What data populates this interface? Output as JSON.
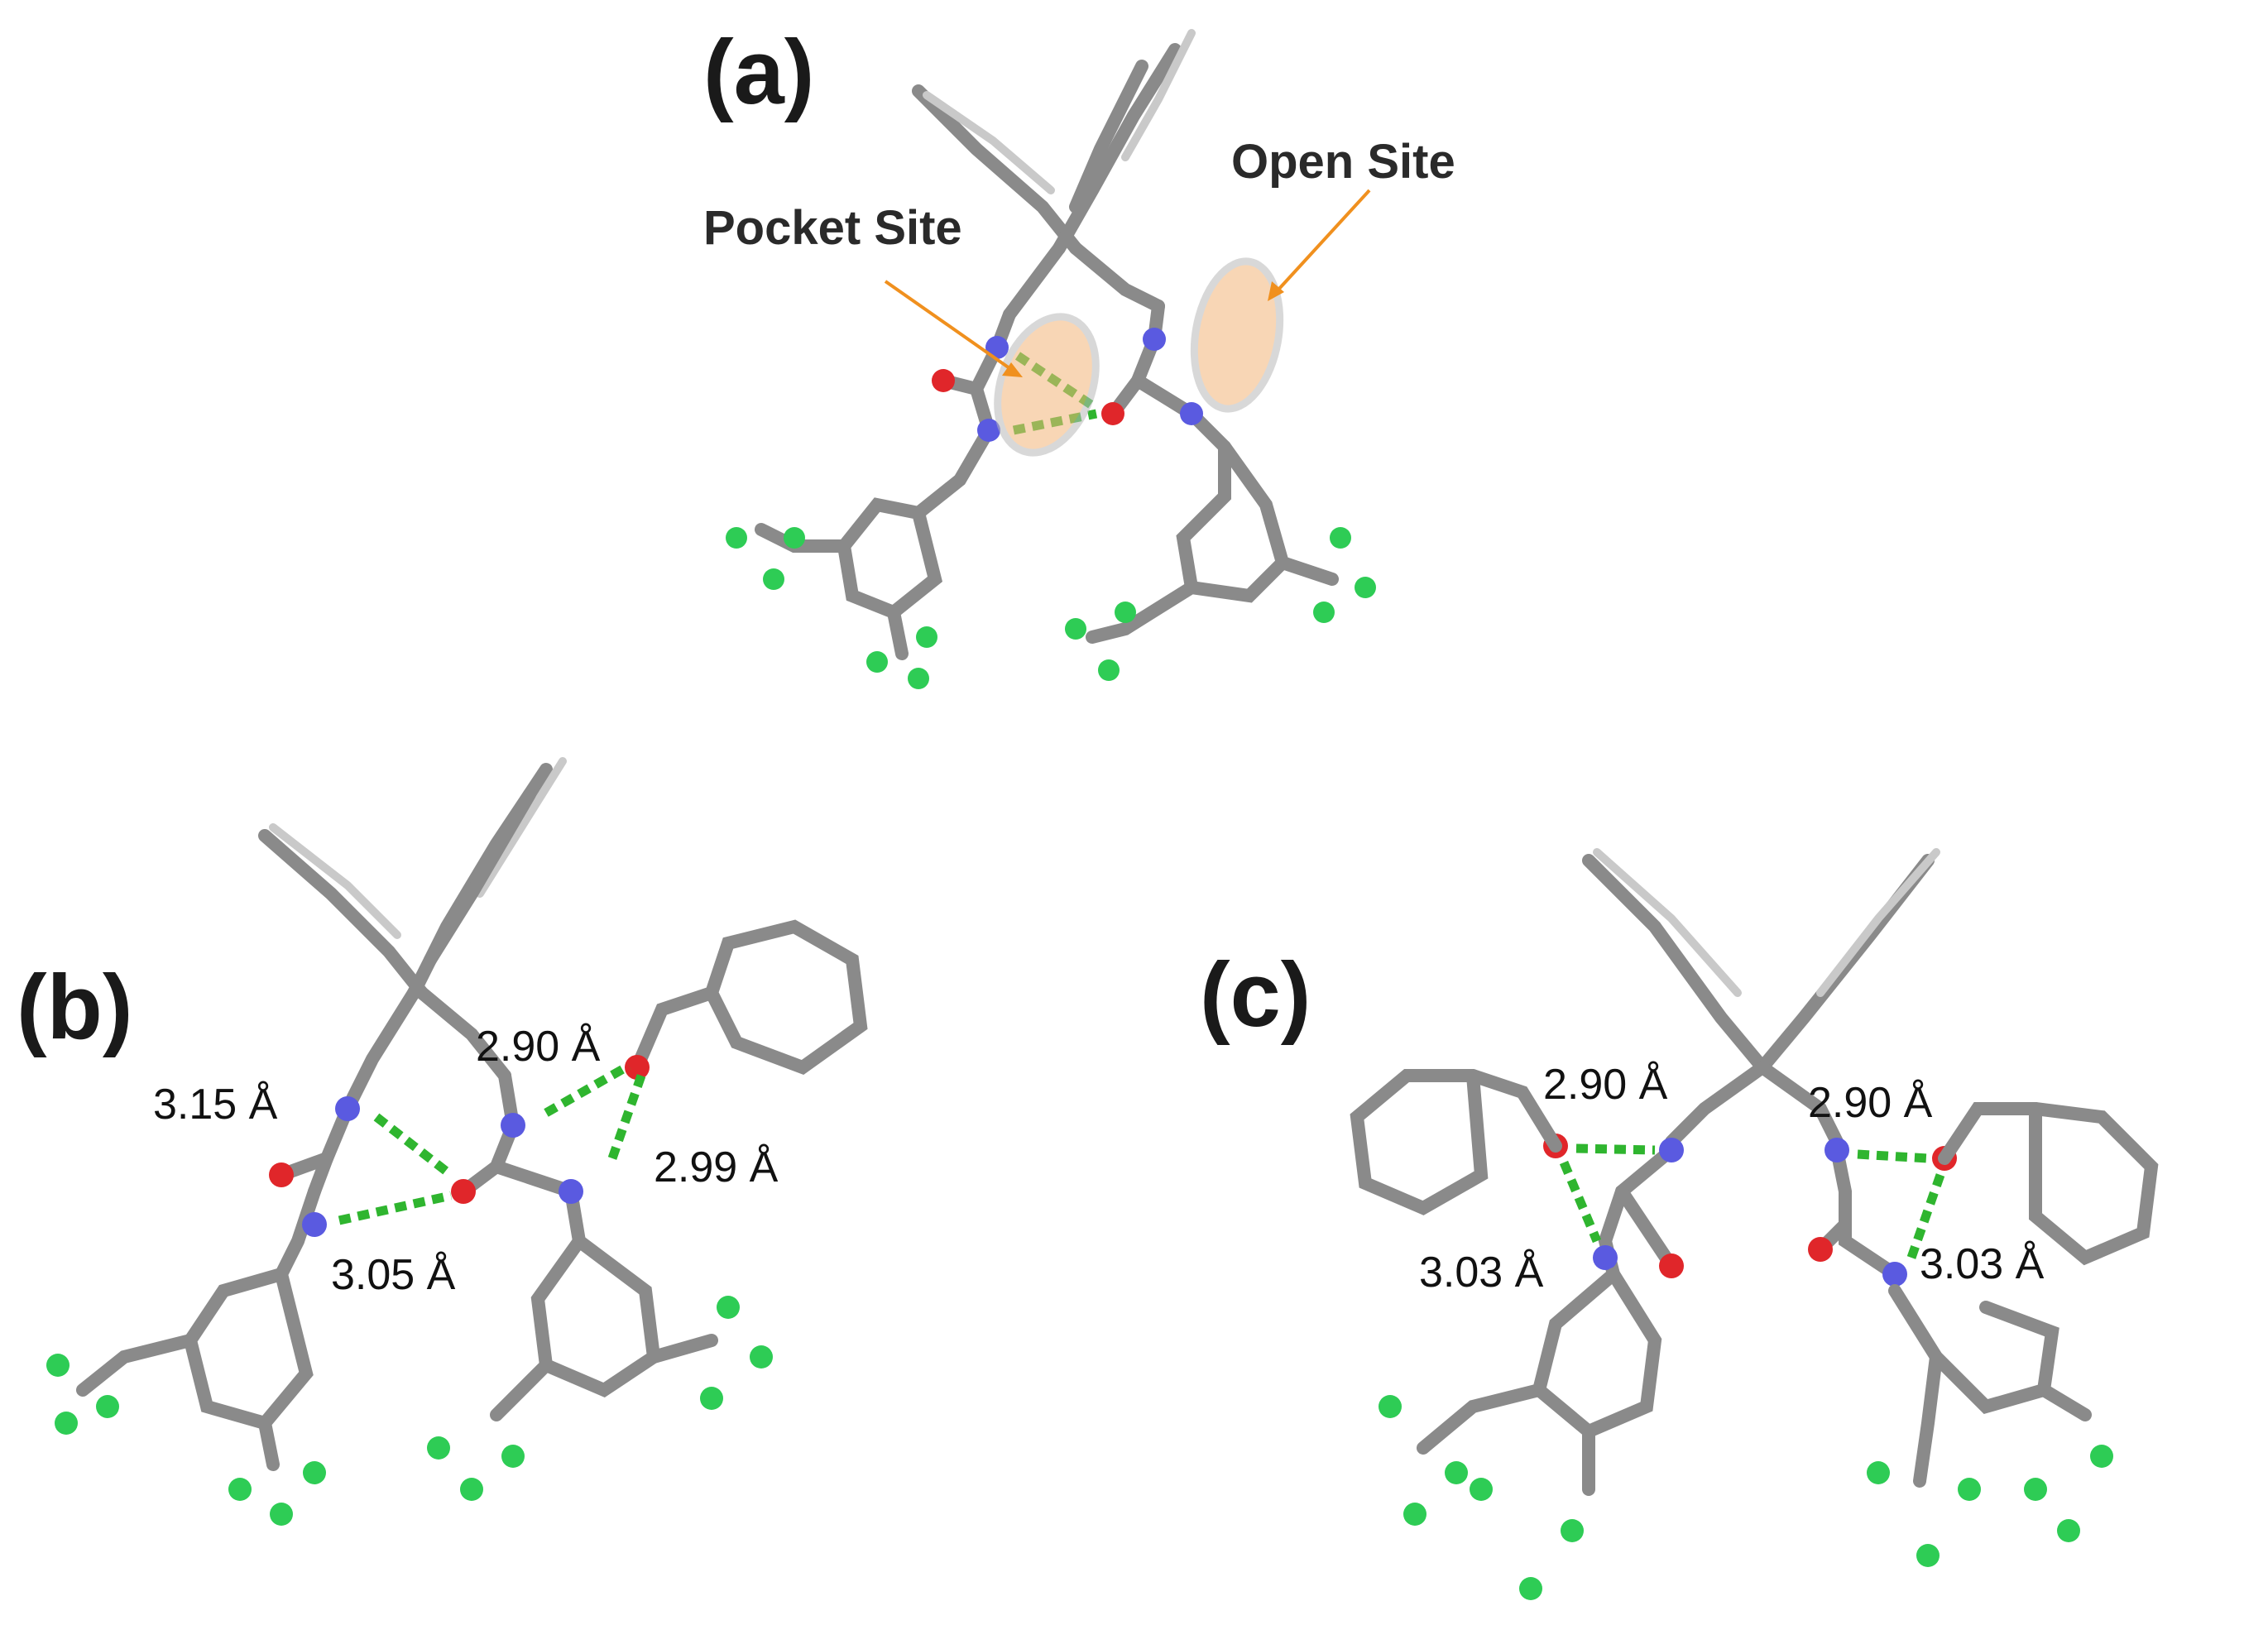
{
  "panels": {
    "a": {
      "label": "(a)",
      "pocket_site_label": "Pocket Site",
      "open_site_label": "Open Site"
    },
    "b": {
      "label": "(b)",
      "distances": [
        "2.90 Å",
        "3.15 Å",
        "2.99 Å",
        "3.05 Å"
      ]
    },
    "c": {
      "label": "(c)",
      "distances": [
        "2.90 Å",
        "2.90 Å",
        "3.03 Å",
        "3.03 Å"
      ]
    }
  },
  "colors": {
    "carbon": "#8a8a8a",
    "nitrogen": "#5a5ae0",
    "oxygen": "#e0262a",
    "fluorine": "#2ecc55",
    "hydrogen": "#f2f2f2",
    "hydrogen_bond": "#2fb52f",
    "site_highlight": "#f4b67a",
    "arrow": "#f0901e"
  }
}
